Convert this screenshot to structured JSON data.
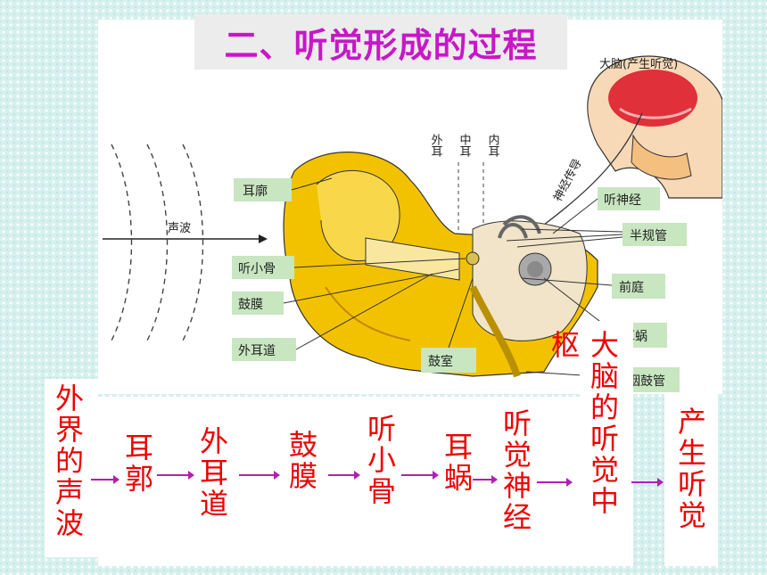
{
  "title": "二、听觉形成的过程",
  "diagram": {
    "top_label": "大脑(产生听觉)",
    "region_outer": "外耳",
    "region_middle": "中耳",
    "region_inner": "内耳",
    "nerve_path": "神经传导",
    "sound_wave": "声波",
    "auricle": "耳廓",
    "ossicles": "听小骨",
    "eardrum": "鼓膜",
    "ear_canal": "外耳道",
    "tympanic_cavity": "鼓室",
    "auditory_nerve": "听神经",
    "semicircular": "半规管",
    "vestibule": "前庭",
    "cochlea": "耳蜗",
    "eustachian": "咽鼓管"
  },
  "flow": {
    "step1": "外界的声波",
    "step2": "耳郭",
    "step3": "外耳道",
    "step4": "鼓膜",
    "step5": "听小骨",
    "step6": "耳蜗",
    "step7": "听觉神经",
    "step8a": "大脑的听觉中",
    "step8b": "枢",
    "step9": "产生听觉"
  },
  "colors": {
    "title": "#c817c8",
    "flow_text": "#ee0000",
    "arrow": "#b020b0",
    "label_box": "#c8e6c0",
    "ear_skin": "#f2c200",
    "brain": "#e0303a"
  }
}
